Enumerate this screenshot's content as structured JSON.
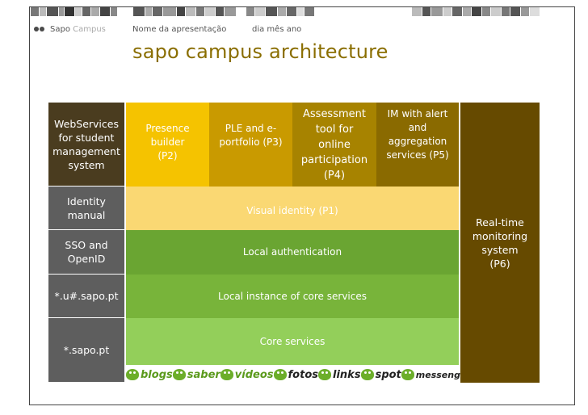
{
  "header": {
    "brand_bold": "Sapo",
    "brand_light": "Campus",
    "presentation_name": "Nome da apresentação",
    "date_placeholder": "dia mês ano"
  },
  "title": "sapo campus architecture",
  "left_column": [
    "WebServices for student management system",
    "Identity manual",
    "SSO and OpenID",
    "*.u#.sapo.pt",
    "*.sapo.pt"
  ],
  "top_boxes": [
    {
      "label": "Presence builder (P2)",
      "color": "#f5c300"
    },
    {
      "label": "PLE and e-portfolio (P3)",
      "color": "#c99a00"
    },
    {
      "label": "Assessment tool for online participation (P4)",
      "color": "#a78300"
    },
    {
      "label": "IM with alert and aggregation services (P5)",
      "color": "#8a6a00"
    }
  ],
  "layers": [
    {
      "label": "Visual identity (P1)",
      "color": "#fad873"
    },
    {
      "label": "Local authentication",
      "color": "#6aa532"
    },
    {
      "label": "Local instance of core services",
      "color": "#78b43a"
    },
    {
      "label": "Core services",
      "color": "#93cf5a"
    }
  ],
  "side_box": {
    "label": "Real-time monitoring system (P6)",
    "color": "#664a00"
  },
  "services": [
    "blogs",
    "saber",
    "vídeos",
    "fotos",
    "links",
    "spot",
    "messenger"
  ]
}
